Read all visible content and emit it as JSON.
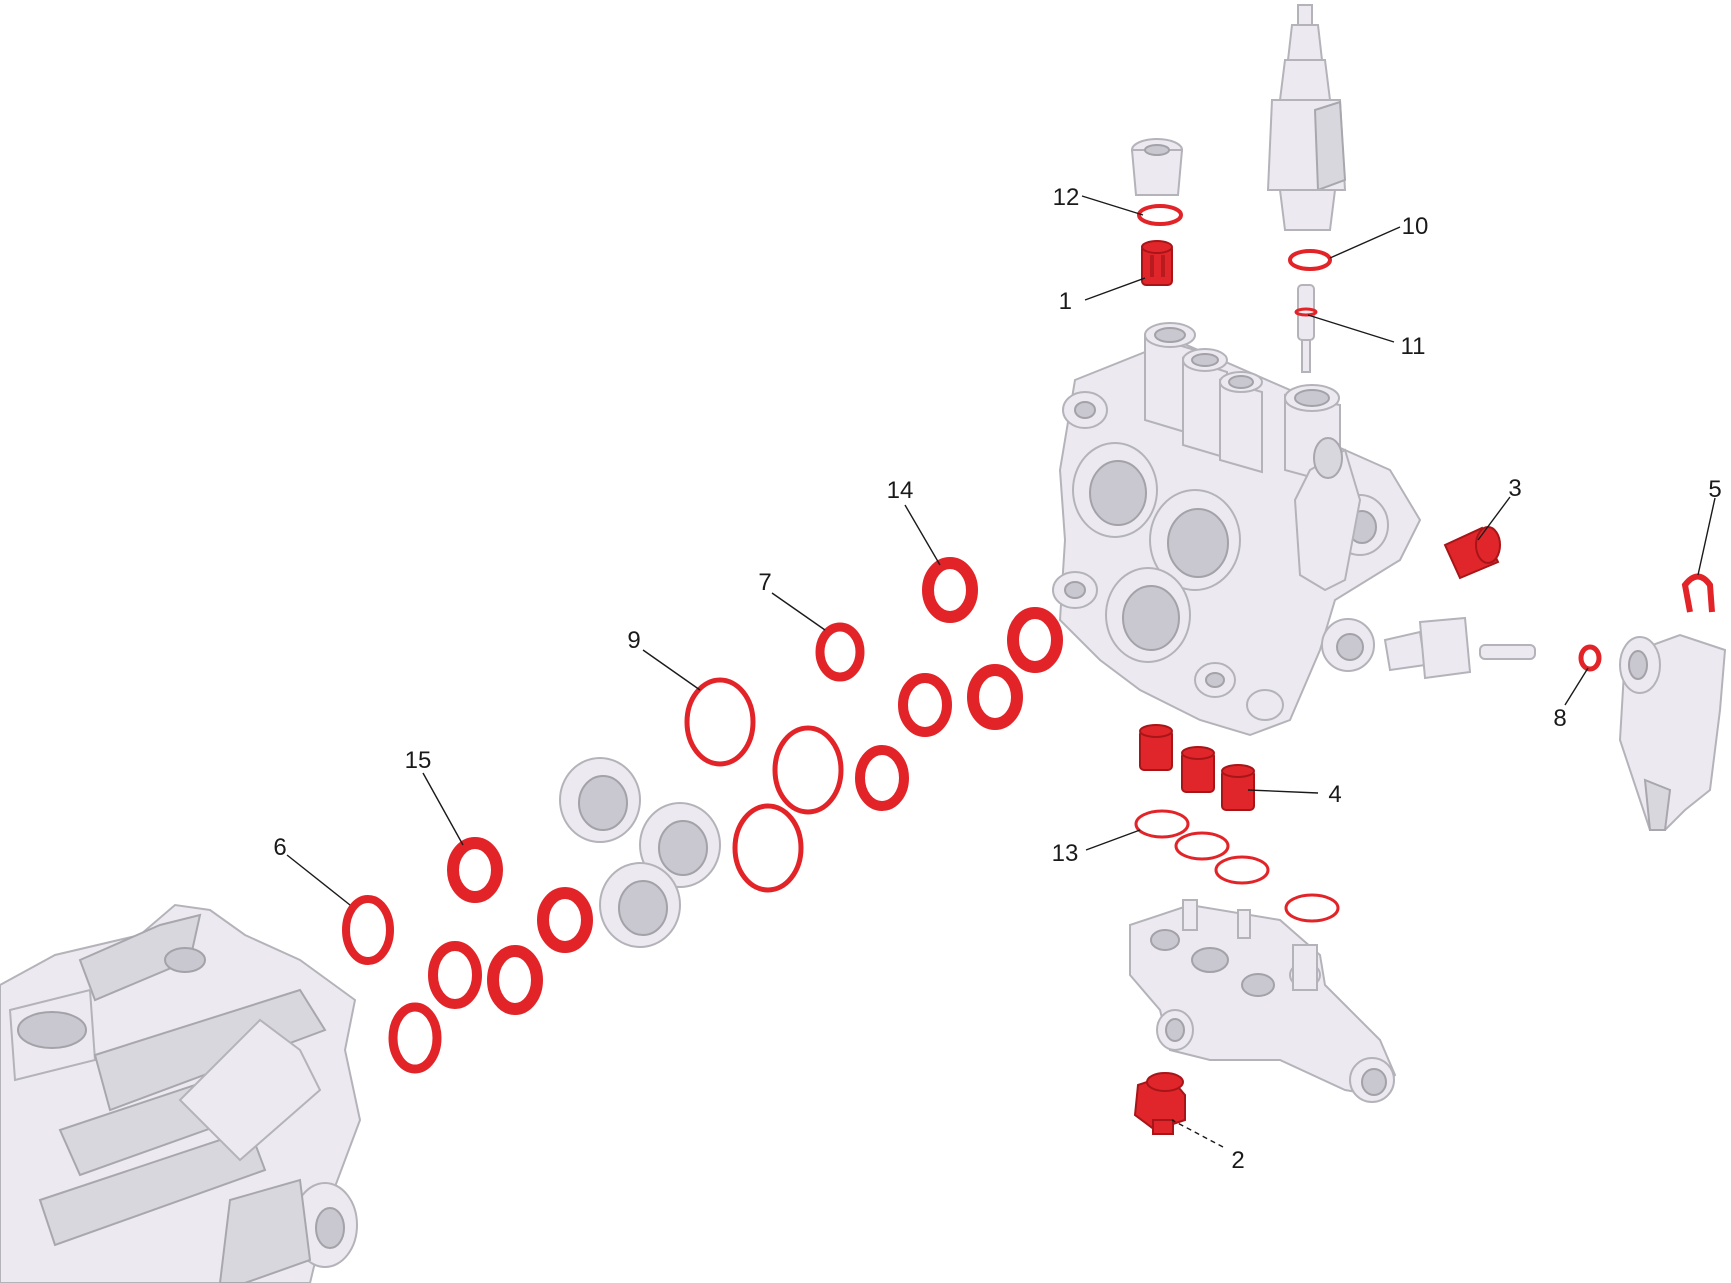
{
  "diagram": {
    "callouts": [
      "1",
      "2",
      "3",
      "4",
      "5",
      "6",
      "7",
      "8",
      "9",
      "10",
      "11",
      "12",
      "13",
      "14",
      "15"
    ]
  },
  "colors": {
    "highlight": "#e22428",
    "component": "#eceaf0",
    "outline": "#b5b3ba"
  }
}
